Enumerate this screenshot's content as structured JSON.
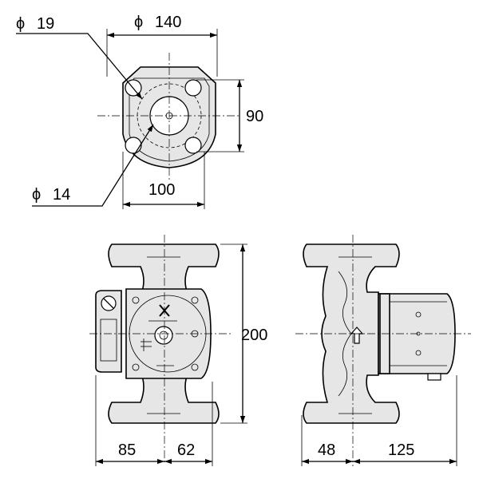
{
  "dimensions": {
    "bolt_hole_diameter": "19",
    "flange_width": "140",
    "bolt_vertical_spacing": "90",
    "port_diameter": "14",
    "bolt_horizontal_spacing": "100",
    "overall_height": "200",
    "left_to_center": "85",
    "center_to_right": "62",
    "side_flange_to_center": "48",
    "center_to_motor_end": "125"
  },
  "diameter_symbol": "ϕ"
}
